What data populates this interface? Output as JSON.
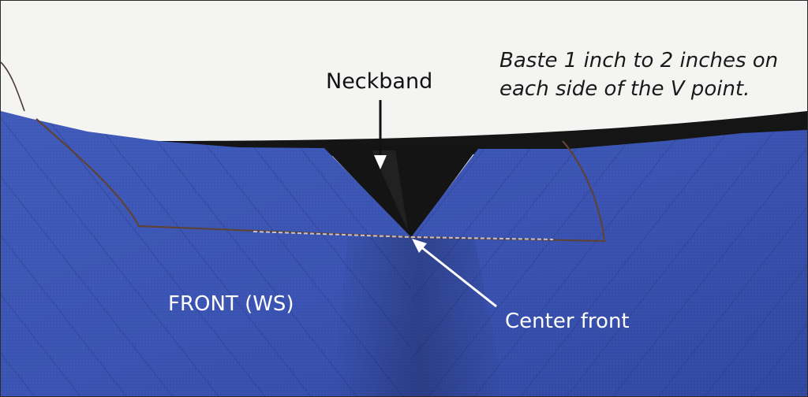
{
  "labels": {
    "neckband": "Neckband",
    "front": "FRONT (WS)",
    "center_front": "Center front"
  },
  "instruction": {
    "line1": "Baste 1 inch to 2 inches on",
    "line2": "each side of the V point."
  },
  "colors": {
    "fabric": "#3b54b4",
    "neckband": "#151515",
    "background": "#f4f4f2",
    "thread": "#6b4a3a"
  }
}
